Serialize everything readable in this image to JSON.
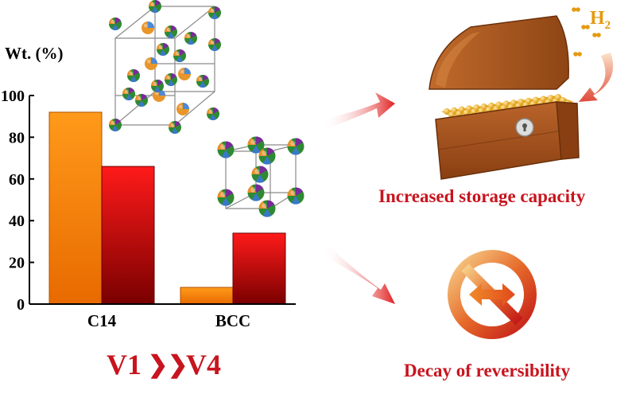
{
  "chart_data": {
    "type": "bar",
    "ylabel": "Wt. (%)",
    "ylim": [
      0,
      100
    ],
    "yticks": [
      0,
      20,
      40,
      60,
      80,
      100
    ],
    "categories": [
      "C14",
      "BCC"
    ],
    "series": [
      {
        "name": "V1",
        "values": [
          92,
          8
        ]
      },
      {
        "name": "V4",
        "values": [
          66,
          34
        ]
      }
    ],
    "grid": false
  },
  "legend": {
    "from": "V1",
    "to": "V4",
    "separator": "❯❯"
  },
  "labels": {
    "h2": "H",
    "h2_sub": "2",
    "storage": "Increased storage capacity",
    "reversibility": "Decay of reversibility"
  },
  "colors": {
    "series1_top": "#ff9a1a",
    "series1_bottom": "#e06a00",
    "series2_top": "#ff1a1a",
    "series2_bottom": "#7a0000",
    "text_red": "#c8141e",
    "chest_wood": "#a8551e",
    "gold": "#f2b01e"
  },
  "icons": [
    "c14-crystal-lattice",
    "bcc-crystal-lattice",
    "treasure-chest-icon",
    "no-entry-icon",
    "arrow-icon"
  ]
}
